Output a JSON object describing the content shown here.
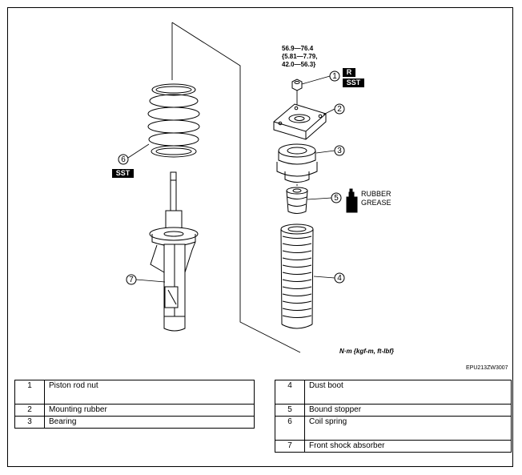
{
  "diagram": {
    "torque_spec": [
      "56.9—76.4",
      "{5.81—7.79,",
      "42.0—56.3}"
    ],
    "badges": {
      "r": "R",
      "sst_nut": "SST",
      "sst_spring": "SST"
    },
    "callouts": [
      "1",
      "2",
      "3",
      "4",
      "5",
      "6",
      "7"
    ],
    "grease_label": [
      "RUBBER",
      "GREASE"
    ],
    "units_label": "N·m {kgf-m, ft-lbf}",
    "figure_code": "EPU213ZW3007"
  },
  "legend": {
    "left": [
      {
        "num": "1",
        "name": "Piston rod nut"
      },
      {
        "num": "2",
        "name": "Mounting rubber"
      },
      {
        "num": "3",
        "name": "Bearing"
      }
    ],
    "right": [
      {
        "num": "4",
        "name": "Dust boot"
      },
      {
        "num": "5",
        "name": "Bound stopper"
      },
      {
        "num": "6",
        "name": "Coil spring"
      },
      {
        "num": "7",
        "name": "Front shock absorber"
      }
    ]
  }
}
